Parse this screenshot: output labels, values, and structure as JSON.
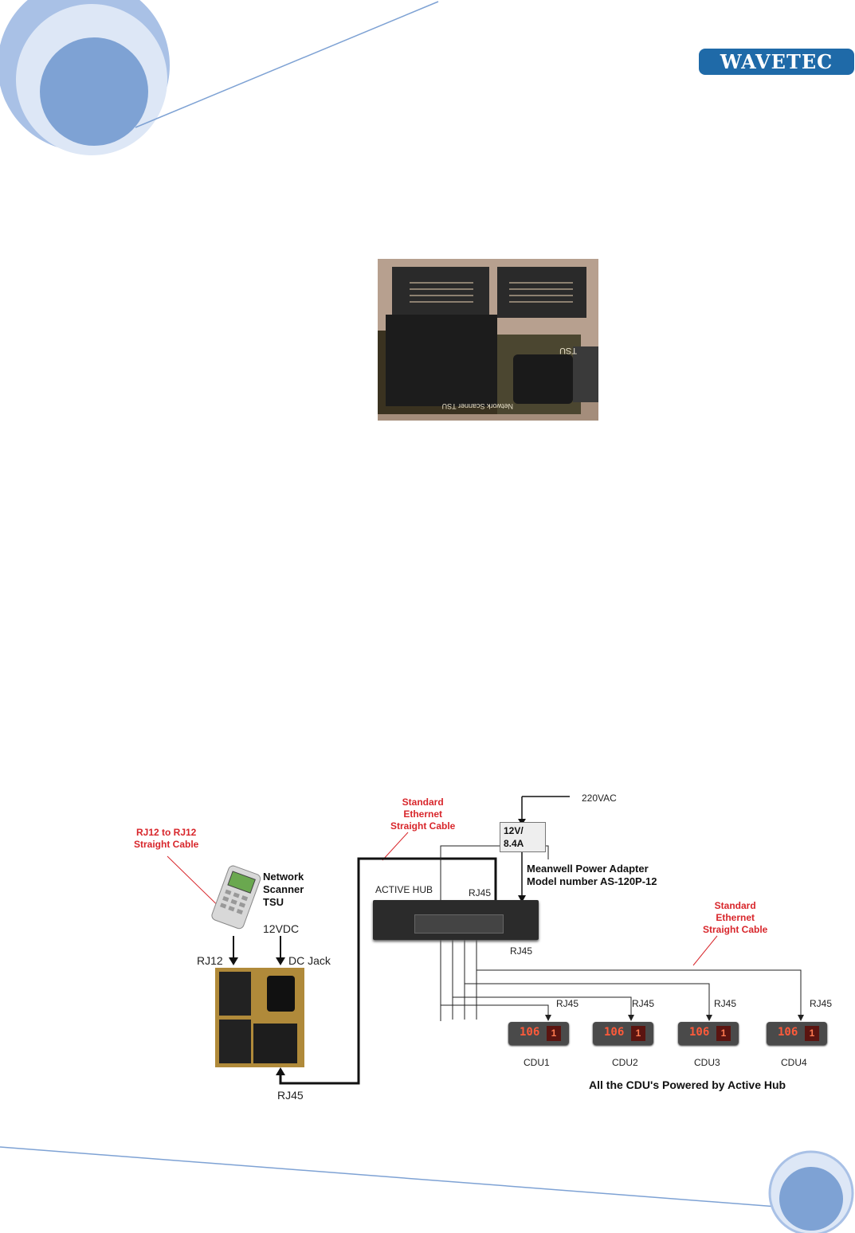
{
  "brand": {
    "logo_text": "WAVETEC"
  },
  "photo": {
    "board_silkscreen": "Network Scanner TSU"
  },
  "diagram": {
    "labels": {
      "rj12_cable": "RJ12 to RJ12\nStraight Cable",
      "eth_cable_top": "Standard\nEthernet\nStraight Cable",
      "eth_cable_right": "Standard\nEthernet\nStraight Cable",
      "scanner": "Network\nScanner\nTSU",
      "v12dc": "12VDC",
      "rj12": "RJ12",
      "dc_jack": "DC Jack",
      "rj45_bottom": "RJ45",
      "vac": "220VAC",
      "psu": "12V/\n8.4A",
      "adapter": "Meanwell Power Adapter\nModel number AS-120P-12",
      "active_hub": "ACTIVE HUB",
      "hub_rj45_top": "RJ45",
      "hub_rj45_bottom": "RJ45",
      "cdu_rj45": "RJ45",
      "footer_note": "All the  CDU's Powered by Active Hub"
    },
    "cdus": [
      {
        "name": "CDU1",
        "display": "106",
        "counter": "1"
      },
      {
        "name": "CDU2",
        "display": "106",
        "counter": "1"
      },
      {
        "name": "CDU3",
        "display": "106",
        "counter": "1"
      },
      {
        "name": "CDU4",
        "display": "106",
        "counter": "1"
      }
    ]
  },
  "colors": {
    "accent_blue": "#1f6aa8",
    "decor_light": "#c9d9ef",
    "decor_mid": "#7ea2d4",
    "annotation_red": "#d8262b"
  }
}
